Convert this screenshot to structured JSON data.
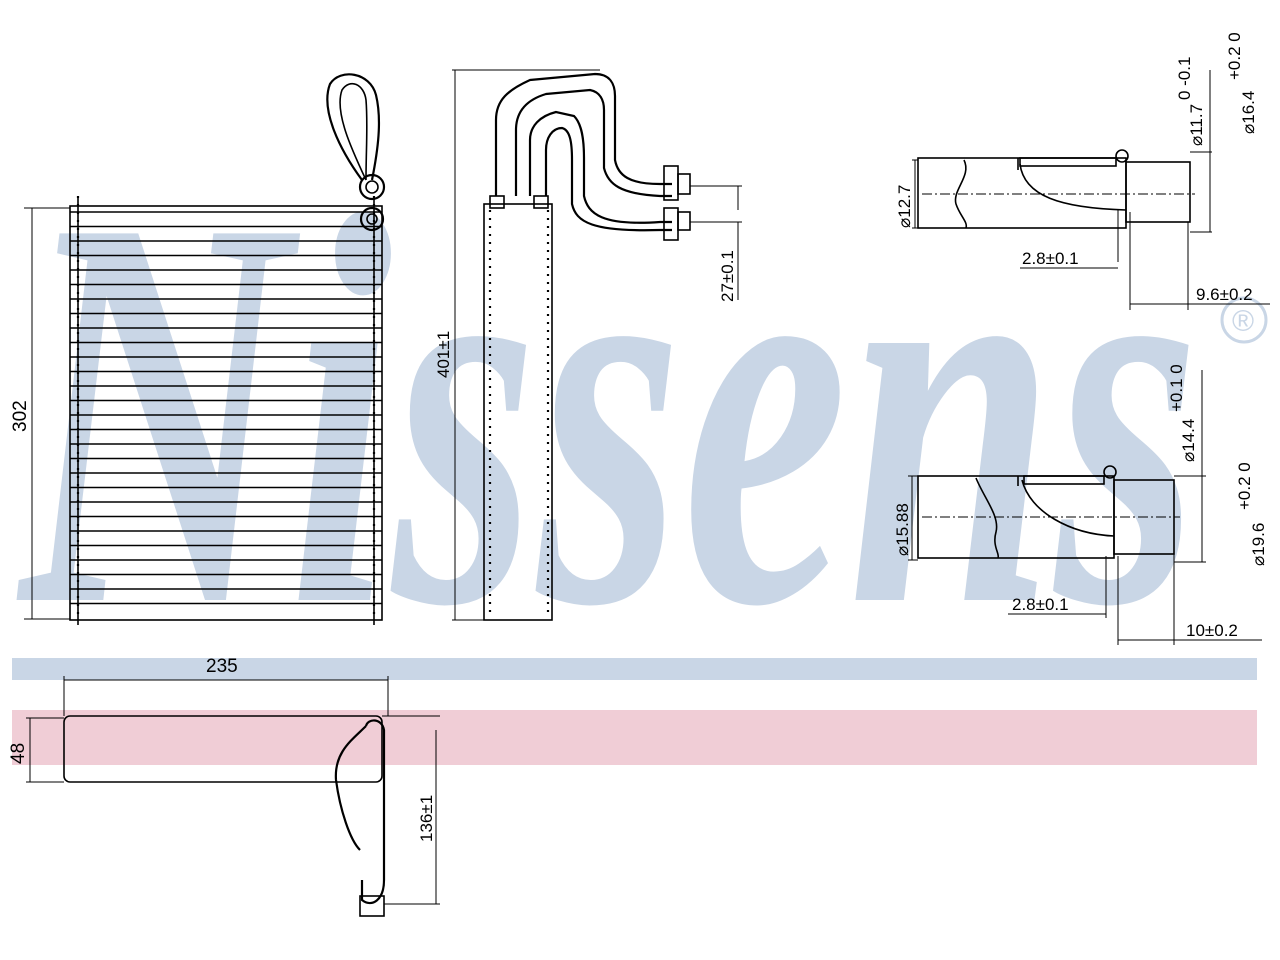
{
  "brand": {
    "watermark": "Nissens",
    "registered_mark": "®",
    "watermark_color": "#c9d6e6",
    "band_blue": "#c9d6e6",
    "band_red": "#f0cdd6"
  },
  "dimensions": {
    "height_core": "302",
    "height_total": "401±1",
    "width": "235",
    "depth": "48",
    "pipe_length": "136±1",
    "pipe_spacing": "27±0.1"
  },
  "detail_top": {
    "outer_dia": "⌀12.7",
    "inner_dia_a": "⌀11.7",
    "inner_dia_a_tol": "0 -0.1",
    "inner_dia_b": "⌀16.4",
    "inner_dia_b_tol": "+0.2 0",
    "wall": "2.8±0.1",
    "length": "9.6±0.2"
  },
  "detail_bottom": {
    "outer_dia": "⌀15.88",
    "inner_dia_a": "⌀14.4",
    "inner_dia_a_tol": "+0.1 0",
    "inner_dia_b": "⌀19.6",
    "inner_dia_b_tol": "+0.2 0",
    "wall": "2.8±0.1",
    "length": "10±0.2"
  }
}
